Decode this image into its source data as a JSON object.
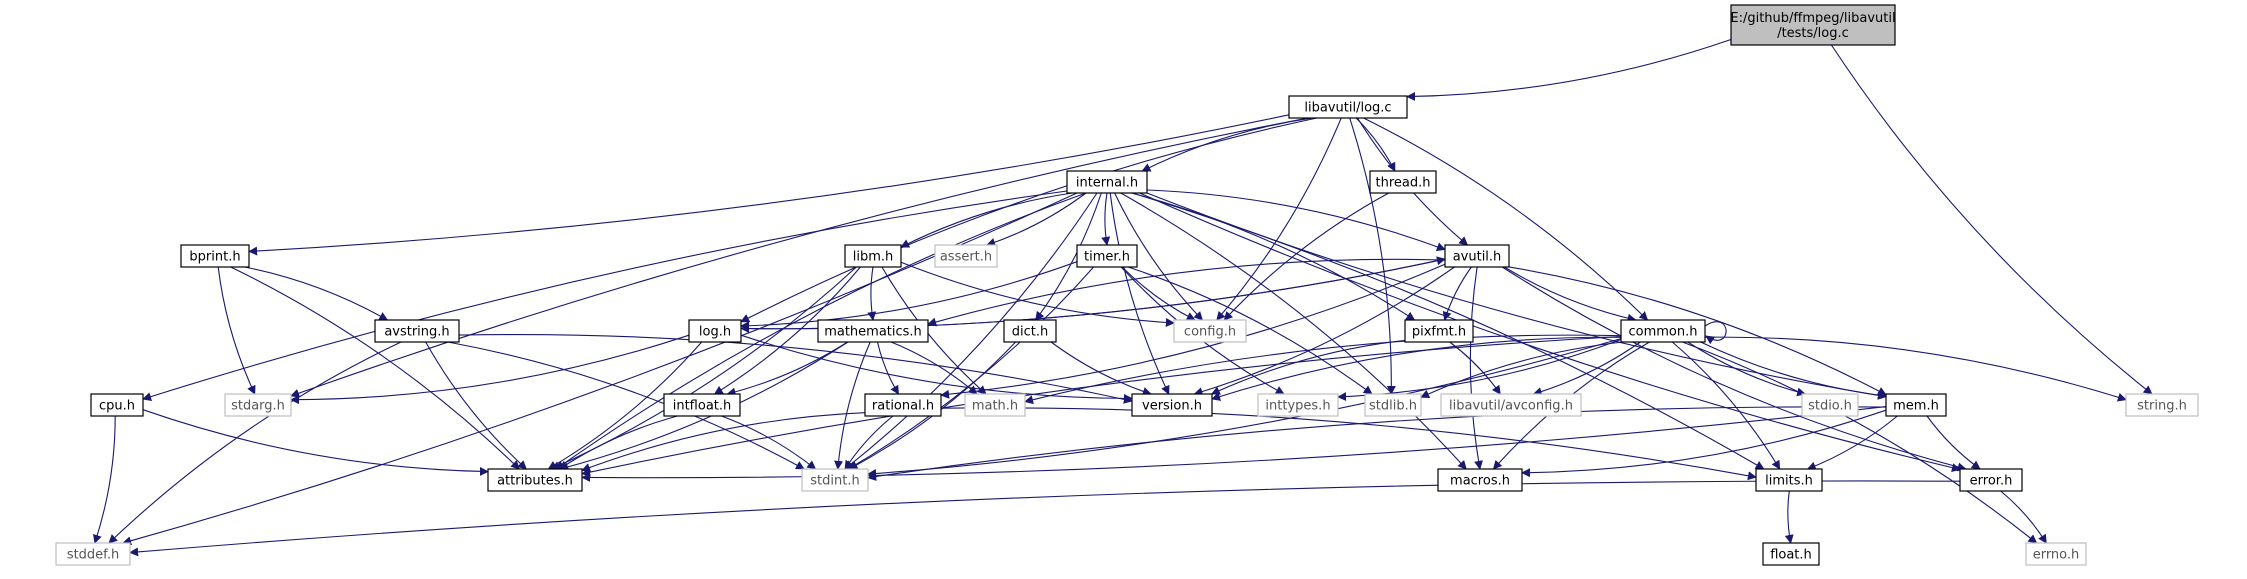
{
  "graph": {
    "nodes": [
      {
        "id": "root",
        "label": "E:/github/ffmpeg/libavutil\n/tests/log.c",
        "style": "root"
      },
      {
        "id": "logc",
        "label": "libavutil/log.c",
        "style": "normal"
      },
      {
        "id": "internal",
        "label": "internal.h",
        "style": "normal"
      },
      {
        "id": "thread",
        "label": "thread.h",
        "style": "normal"
      },
      {
        "id": "bprint",
        "label": "bprint.h",
        "style": "normal"
      },
      {
        "id": "libm",
        "label": "libm.h",
        "style": "normal"
      },
      {
        "id": "assert",
        "label": "assert.h",
        "style": "external"
      },
      {
        "id": "timer",
        "label": "timer.h",
        "style": "normal"
      },
      {
        "id": "avutil",
        "label": "avutil.h",
        "style": "normal"
      },
      {
        "id": "avstring",
        "label": "avstring.h",
        "style": "normal"
      },
      {
        "id": "log",
        "label": "log.h",
        "style": "normal"
      },
      {
        "id": "mathematics",
        "label": "mathematics.h",
        "style": "normal"
      },
      {
        "id": "dict",
        "label": "dict.h",
        "style": "normal"
      },
      {
        "id": "config",
        "label": "config.h",
        "style": "external"
      },
      {
        "id": "pixfmt",
        "label": "pixfmt.h",
        "style": "normal"
      },
      {
        "id": "common",
        "label": "common.h",
        "style": "normal"
      },
      {
        "id": "cpu",
        "label": "cpu.h",
        "style": "normal"
      },
      {
        "id": "stdarg",
        "label": "stdarg.h",
        "style": "external"
      },
      {
        "id": "intfloat",
        "label": "intfloat.h",
        "style": "normal"
      },
      {
        "id": "rational",
        "label": "rational.h",
        "style": "normal"
      },
      {
        "id": "math",
        "label": "math.h",
        "style": "external"
      },
      {
        "id": "version",
        "label": "version.h",
        "style": "normal"
      },
      {
        "id": "inttypes",
        "label": "inttypes.h",
        "style": "external"
      },
      {
        "id": "stdlib",
        "label": "stdlib.h",
        "style": "external"
      },
      {
        "id": "avconfig",
        "label": "libavutil/avconfig.h",
        "style": "external"
      },
      {
        "id": "stdio",
        "label": "stdio.h",
        "style": "external"
      },
      {
        "id": "mem",
        "label": "mem.h",
        "style": "normal"
      },
      {
        "id": "string",
        "label": "string.h",
        "style": "external"
      },
      {
        "id": "attributes",
        "label": "attributes.h",
        "style": "normal"
      },
      {
        "id": "stdint",
        "label": "stdint.h",
        "style": "external"
      },
      {
        "id": "macros",
        "label": "macros.h",
        "style": "normal"
      },
      {
        "id": "limits",
        "label": "limits.h",
        "style": "normal"
      },
      {
        "id": "error",
        "label": "error.h",
        "style": "normal"
      },
      {
        "id": "stddef",
        "label": "stddef.h",
        "style": "external"
      },
      {
        "id": "float",
        "label": "float.h",
        "style": "normal"
      },
      {
        "id": "errno",
        "label": "errno.h",
        "style": "external"
      }
    ],
    "edges": [
      [
        "root",
        "logc"
      ],
      [
        "root",
        "string"
      ],
      [
        "logc",
        "bprint"
      ],
      [
        "logc",
        "internal"
      ],
      [
        "logc",
        "thread"
      ],
      [
        "logc",
        "avutil"
      ],
      [
        "logc",
        "common"
      ],
      [
        "logc",
        "log"
      ],
      [
        "logc",
        "config"
      ],
      [
        "logc",
        "stdarg"
      ],
      [
        "logc",
        "stdlib"
      ],
      [
        "internal",
        "libm"
      ],
      [
        "internal",
        "assert"
      ],
      [
        "internal",
        "timer"
      ],
      [
        "internal",
        "dict"
      ],
      [
        "internal",
        "config"
      ],
      [
        "internal",
        "pixfmt"
      ],
      [
        "internal",
        "cpu"
      ],
      [
        "internal",
        "stddef"
      ],
      [
        "internal",
        "attributes"
      ],
      [
        "internal",
        "stdint"
      ],
      [
        "internal",
        "version"
      ],
      [
        "internal",
        "avutil"
      ],
      [
        "internal",
        "mem"
      ],
      [
        "internal",
        "limits"
      ],
      [
        "internal",
        "error"
      ],
      [
        "internal",
        "macros"
      ],
      [
        "thread",
        "config"
      ],
      [
        "bprint",
        "avstring"
      ],
      [
        "bprint",
        "stdarg"
      ],
      [
        "bprint",
        "attributes"
      ],
      [
        "avstring",
        "stddef"
      ],
      [
        "avstring",
        "stdint"
      ],
      [
        "avstring",
        "attributes"
      ],
      [
        "avstring",
        "version"
      ],
      [
        "libm",
        "mathematics"
      ],
      [
        "libm",
        "intfloat"
      ],
      [
        "libm",
        "config"
      ],
      [
        "libm",
        "attributes"
      ],
      [
        "libm",
        "math"
      ],
      [
        "timer",
        "log"
      ],
      [
        "timer",
        "config"
      ],
      [
        "timer",
        "stdlib"
      ],
      [
        "timer",
        "inttypes"
      ],
      [
        "timer",
        "stdint"
      ],
      [
        "avutil",
        "common"
      ],
      [
        "avutil",
        "log"
      ],
      [
        "avutil",
        "mathematics"
      ],
      [
        "avutil",
        "rational"
      ],
      [
        "avutil",
        "pixfmt"
      ],
      [
        "avutil",
        "version"
      ],
      [
        "avutil",
        "macros"
      ],
      [
        "avutil",
        "mem"
      ],
      [
        "avutil",
        "error"
      ],
      [
        "log",
        "stdarg"
      ],
      [
        "log",
        "version"
      ],
      [
        "log",
        "attributes"
      ],
      [
        "log",
        "avutil"
      ],
      [
        "mathematics",
        "intfloat"
      ],
      [
        "mathematics",
        "rational"
      ],
      [
        "mathematics",
        "math"
      ],
      [
        "mathematics",
        "stdint"
      ],
      [
        "mathematics",
        "attributes"
      ],
      [
        "dict",
        "version"
      ],
      [
        "dict",
        "stdint"
      ],
      [
        "pixfmt",
        "version"
      ],
      [
        "pixfmt",
        "avconfig"
      ],
      [
        "common",
        "version"
      ],
      [
        "common",
        "inttypes"
      ],
      [
        "common",
        "stdlib"
      ],
      [
        "common",
        "avconfig"
      ],
      [
        "common",
        "stdio"
      ],
      [
        "common",
        "string"
      ],
      [
        "common",
        "mem"
      ],
      [
        "common",
        "limits"
      ],
      [
        "common",
        "math"
      ],
      [
        "common",
        "errno"
      ],
      [
        "common",
        "attributes"
      ],
      [
        "common",
        "stdint"
      ],
      [
        "common",
        "macros"
      ],
      [
        "common",
        "common"
      ],
      [
        "cpu",
        "attributes"
      ],
      [
        "cpu",
        "stddef"
      ],
      [
        "intfloat",
        "attributes"
      ],
      [
        "intfloat",
        "stdint"
      ],
      [
        "rational",
        "stdint"
      ],
      [
        "rational",
        "limits"
      ],
      [
        "rational",
        "attributes"
      ],
      [
        "mem",
        "attributes"
      ],
      [
        "mem",
        "stdint"
      ],
      [
        "mem",
        "limits"
      ],
      [
        "mem",
        "error"
      ],
      [
        "mem",
        "macros"
      ],
      [
        "limits",
        "float"
      ],
      [
        "error",
        "errno"
      ],
      [
        "error",
        "stddef"
      ]
    ]
  },
  "colors": {
    "edge": "#191970",
    "normal_border": "#000000",
    "external_border": "#bfbfbf",
    "external_text": "#555555",
    "root_fill": "#bfbfbf",
    "text": "#000000"
  }
}
